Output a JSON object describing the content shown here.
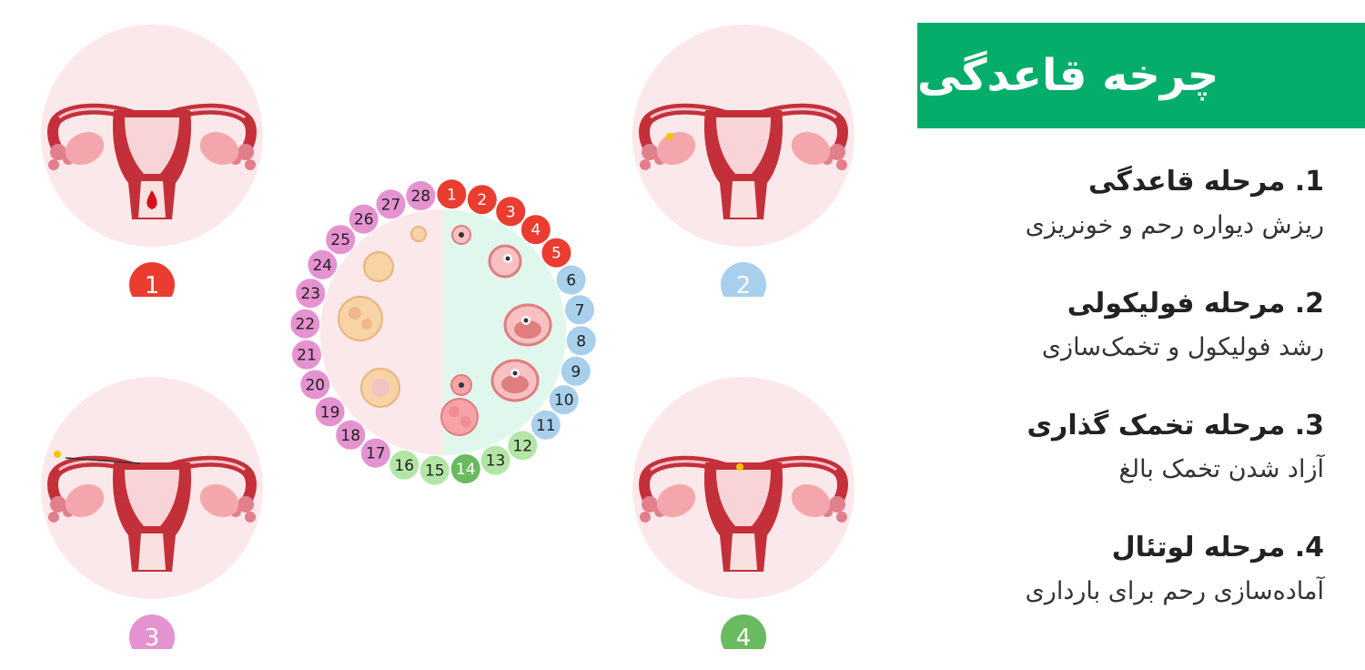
{
  "title": "چرخه قاعدگی",
  "colors": {
    "banner": "#05ad6a",
    "menstrual": "#e93d2f",
    "follicular": "#a8cfeb",
    "ovulation_light": "#b3e6a6",
    "ovulation_dark": "#6aba5f",
    "luteal": "#e592d0",
    "circle_bg": "#fbe8ea"
  },
  "phases": [
    {
      "number": "1",
      "title": "1. مرحله قاعدگی",
      "description": "ریزش دیواره رحم و خونریزی"
    },
    {
      "number": "2",
      "title": "2. مرحله فولیکولی",
      "description": "رشد فولیکول و تخمک‌سازی"
    },
    {
      "number": "3",
      "title": "3. مرحله تخمک گذاری",
      "description": "آزاد شدن تخمک بالغ"
    },
    {
      "number": "4",
      "title": "4. مرحله لوتئال",
      "description": "آماده‌سازی رحم برای بارداری"
    }
  ],
  "cycle_days": [
    {
      "label": "1",
      "phase": "menstrual"
    },
    {
      "label": "2",
      "phase": "menstrual"
    },
    {
      "label": "3",
      "phase": "menstrual"
    },
    {
      "label": "4",
      "phase": "menstrual"
    },
    {
      "label": "5",
      "phase": "menstrual"
    },
    {
      "label": "6",
      "phase": "follicular"
    },
    {
      "label": "7",
      "phase": "follicular"
    },
    {
      "label": "8",
      "phase": "follicular"
    },
    {
      "label": "9",
      "phase": "follicular"
    },
    {
      "label": "10",
      "phase": "follicular"
    },
    {
      "label": "11",
      "phase": "follicular"
    },
    {
      "label": "12",
      "phase": "ovulation_light"
    },
    {
      "label": "13",
      "phase": "ovulation_light"
    },
    {
      "label": "14",
      "phase": "ovulation_dark"
    },
    {
      "label": "15",
      "phase": "ovulation_light"
    },
    {
      "label": "16",
      "phase": "ovulation_light"
    },
    {
      "label": "17",
      "phase": "luteal"
    },
    {
      "label": "18",
      "phase": "luteal"
    },
    {
      "label": "19",
      "phase": "luteal"
    },
    {
      "label": "20",
      "phase": "luteal"
    },
    {
      "label": "21",
      "phase": "luteal"
    },
    {
      "label": "22",
      "phase": "luteal"
    },
    {
      "label": "23",
      "phase": "luteal"
    },
    {
      "label": "24",
      "phase": "luteal"
    },
    {
      "label": "25",
      "phase": "luteal"
    },
    {
      "label": "26",
      "phase": "luteal"
    },
    {
      "label": "27",
      "phase": "luteal"
    },
    {
      "label": "28",
      "phase": "luteal"
    }
  ]
}
